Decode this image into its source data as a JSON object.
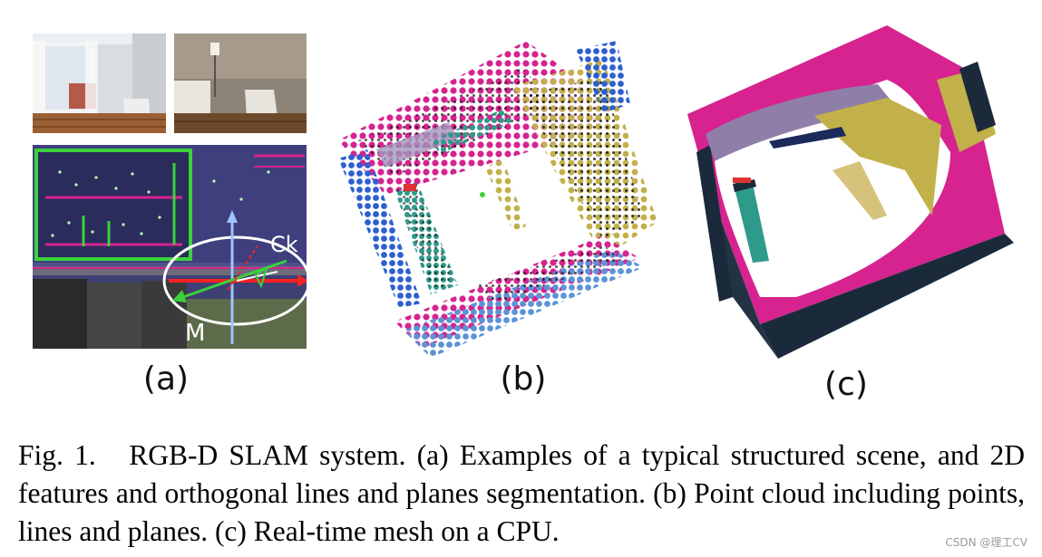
{
  "figure": {
    "labels": {
      "a": "(a)",
      "b": "(b)",
      "c": "(c)"
    },
    "overlay": {
      "ck": "Ck",
      "m": "M"
    },
    "caption": {
      "prefix": "Fig. 1.",
      "text": "RGB-D SLAM system. (a) Examples of a typical structured scene, and 2D features and orthogonal lines and planes segmentation. (b) Point cloud including points, lines and planes. (c) Real-time mesh on a CPU."
    },
    "colors": {
      "magenta": "#d6238f",
      "blue": "#2f5fd0",
      "teal": "#2e9b8a",
      "olive": "#c2b04a",
      "navy": "#1b2a3a",
      "lavender": "#8e7ea8",
      "green": "#3bd13b"
    }
  },
  "watermark": "CSDN @理工CV"
}
